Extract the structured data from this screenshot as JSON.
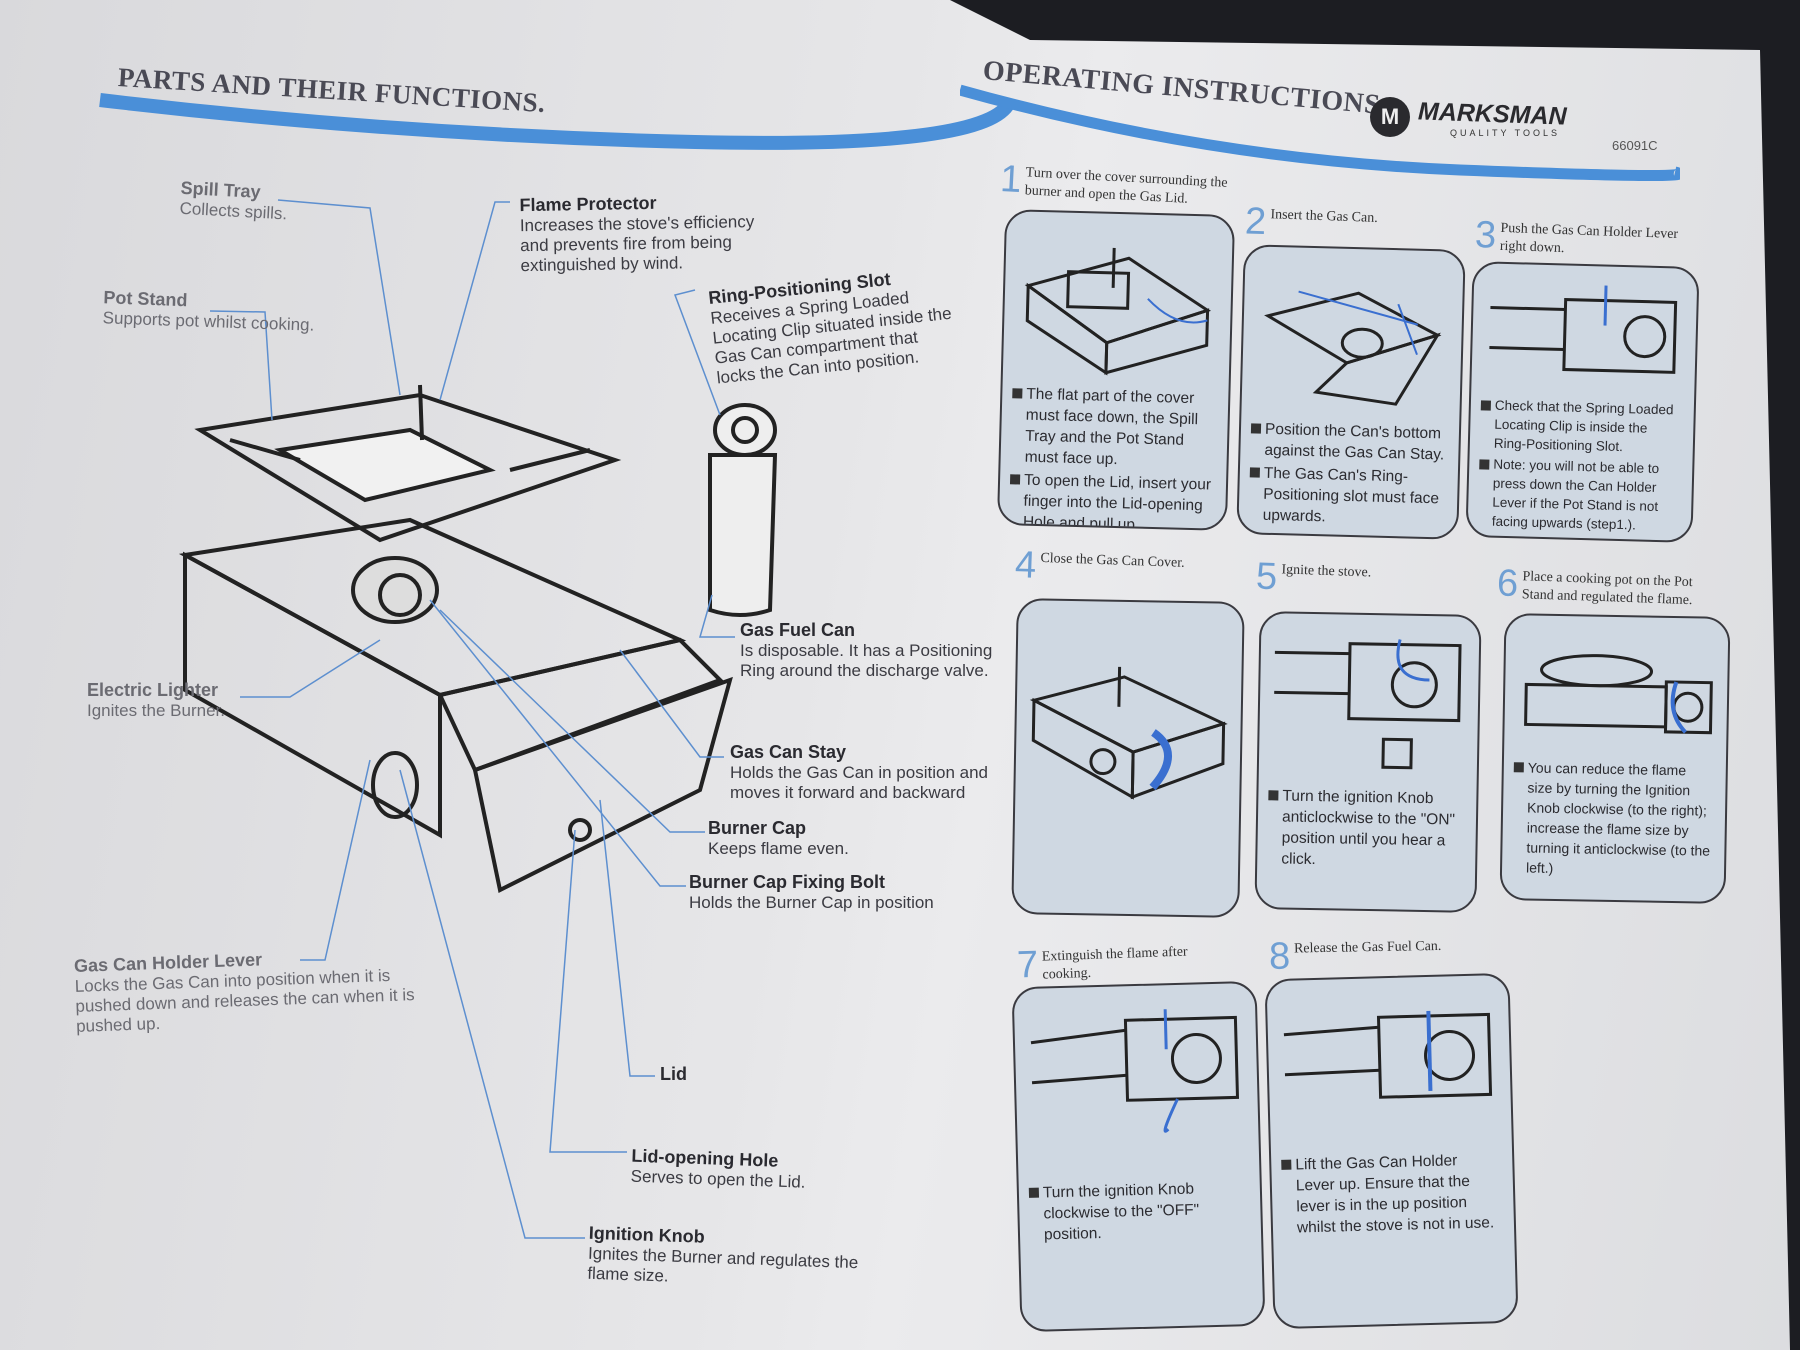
{
  "left_page": {
    "title": "PARTS AND THEIR FUNCTIONS.",
    "parts": [
      {
        "name": "Spill Tray",
        "desc": "Collects spills."
      },
      {
        "name": "Pot Stand",
        "desc": "Supports pot whilst cooking."
      },
      {
        "name": "Flame Protector",
        "desc": "Increases the stove's efficiency and prevents fire from being extinguished by wind."
      },
      {
        "name": "Ring-Positioning Slot",
        "desc": "Receives a Spring Loaded Locating Clip situated inside the Gas Can compartment that locks the Can into position."
      },
      {
        "name": "Gas Fuel Can",
        "desc": "Is disposable. It has a Positioning Ring around the discharge valve."
      },
      {
        "name": "Electric Lighter",
        "desc": "Ignites the Burner."
      },
      {
        "name": "Gas Can Stay",
        "desc": "Holds the Gas Can in position and moves it forward and backward"
      },
      {
        "name": "Burner Cap",
        "desc": "Keeps flame even."
      },
      {
        "name": "Burner Cap Fixing Bolt",
        "desc": "Holds the Burner Cap in position"
      },
      {
        "name": "Gas Can Holder Lever",
        "desc": "Locks the Gas Can into position when it is pushed down and releases the can when it is pushed up."
      },
      {
        "name": "Lid",
        "desc": ""
      },
      {
        "name": "Lid-opening Hole",
        "desc": "Serves to open the Lid."
      },
      {
        "name": "Ignition Knob",
        "desc": "Ignites the Burner and regulates the flame size."
      }
    ]
  },
  "right_page": {
    "title": "OPERATING INSTRUCTIONS.",
    "brand": "MARKSMAN",
    "brand_tagline": "QUALITY TOOLS",
    "model": "66091C",
    "steps": [
      {
        "num": "1",
        "heading": "Turn over the cover surrounding the burner and open the Gas Lid.",
        "bullets": [
          "The flat part of the cover must face down, the Spill Tray and the Pot Stand must face up.",
          "To open the Lid, insert your finger into the Lid-opening Hole and pull up."
        ]
      },
      {
        "num": "2",
        "heading": "Insert the Gas Can.",
        "bullets": [
          "Position the Can's bottom against the Gas Can Stay.",
          "The Gas Can's Ring-Positioning slot must face upwards."
        ]
      },
      {
        "num": "3",
        "heading": "Push the Gas Can Holder Lever right down.",
        "bullets": [
          "Check that the Spring Loaded Locating Clip is inside the Ring-Positioning Slot.",
          "Note: you will not be able to press down the Can Holder Lever if the Pot Stand is not facing upwards (step1.)."
        ]
      },
      {
        "num": "4",
        "heading": "Close the Gas Can Cover.",
        "bullets": []
      },
      {
        "num": "5",
        "heading": "Ignite the stove.",
        "bullets": [
          "Turn the ignition Knob anticlockwise to the \"ON\" position until you hear a click."
        ]
      },
      {
        "num": "6",
        "heading": "Place a cooking pot on the Pot Stand and regulated the flame.",
        "bullets": [
          "You can reduce the flame size by turning the Ignition Knob clockwise (to the right); increase the flame size by turning it anticlockwise (to the left.)"
        ]
      },
      {
        "num": "7",
        "heading": "Extinguish the flame after cooking.",
        "bullets": [
          "Turn the ignition Knob clockwise to the \"OFF\" position."
        ]
      },
      {
        "num": "8",
        "heading": "Release the Gas Fuel Can.",
        "bullets": [
          "Lift the Gas Can Holder Lever up. Ensure that the lever is in the up position whilst the stove is not in use."
        ]
      }
    ]
  },
  "colors": {
    "accent_blue": "#4a8fd8",
    "box_fill": "#cfd8e2",
    "paper": "#e6e6e8"
  }
}
